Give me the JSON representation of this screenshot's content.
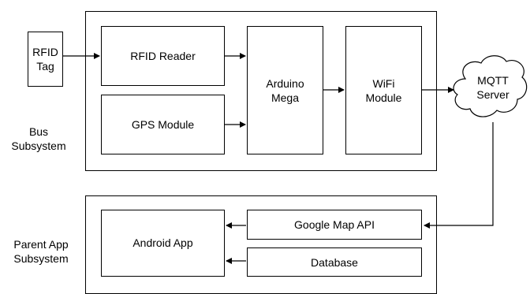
{
  "bus_subsystem": {
    "label": "Bus\nSubsystem",
    "rfid_tag": "RFID\nTag",
    "rfid_reader": "RFID Reader",
    "gps_module": "GPS Module",
    "arduino": "Arduino\nMega",
    "wifi": "WiFi\nModule"
  },
  "cloud": {
    "label": "MQTT\nServer"
  },
  "parent_app_subsystem": {
    "label": "Parent App\nSubsystem",
    "android_app": "Android App",
    "google_map_api": "Google Map API",
    "database": "Database"
  }
}
